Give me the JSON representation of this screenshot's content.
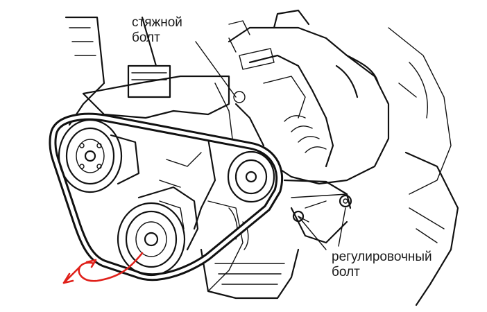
{
  "labels": {
    "clamp_bolt": {
      "line1": "стяжной",
      "line2": "болт"
    },
    "adjust_bolt": {
      "line1": "регулировочный",
      "line2": "болт"
    }
  },
  "colors": {
    "linework": "#111111",
    "arrow": "#e0201a",
    "background": "#ffffff"
  }
}
